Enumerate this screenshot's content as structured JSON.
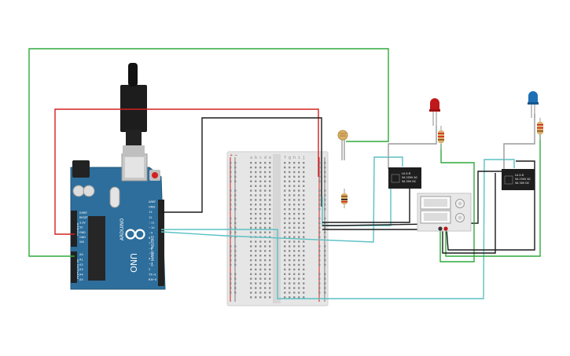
{
  "arduino": {
    "brand": "ARDUINO",
    "model": "UNO",
    "digital_header": "DIGITAL (PWM ~)",
    "power_header": "POWER",
    "analog_header": "ANALOG IN",
    "pins_left_top": [
      "IOREF",
      "RESET",
      "3.3V",
      "5V",
      "GND",
      "GND",
      "VIN"
    ],
    "pins_left_bottom": [
      "A0",
      "A1",
      "A2",
      "A3",
      "A4",
      "A5"
    ],
    "pins_right": [
      "AREF",
      "GND",
      "13",
      "12",
      "~11",
      "~10",
      "~9",
      "8",
      "7",
      "~6",
      "~5",
      "4",
      "~3",
      "2",
      "TX→1",
      "RX←0"
    ]
  },
  "breadboard": {
    "col_letters_left": [
      "a",
      "b",
      "c",
      "d",
      "e"
    ],
    "col_letters_right": [
      "f",
      "g",
      "h",
      "i",
      "j"
    ],
    "rail_plus": "+",
    "rail_minus": "−"
  },
  "relays": {
    "label_lines": [
      "LU-5-R",
      "5A 250V AC",
      "5A 30V DC"
    ]
  },
  "colors": {
    "wire_red": "#d42020",
    "wire_black": "#1a1a1a",
    "wire_green": "#2eaa3a",
    "wire_teal": "#5bc0c4",
    "wire_gray": "#9a9a9a",
    "board_blue": "#2d6e9c",
    "led_red": "#c0191b",
    "led_blue": "#1f6fb5"
  }
}
